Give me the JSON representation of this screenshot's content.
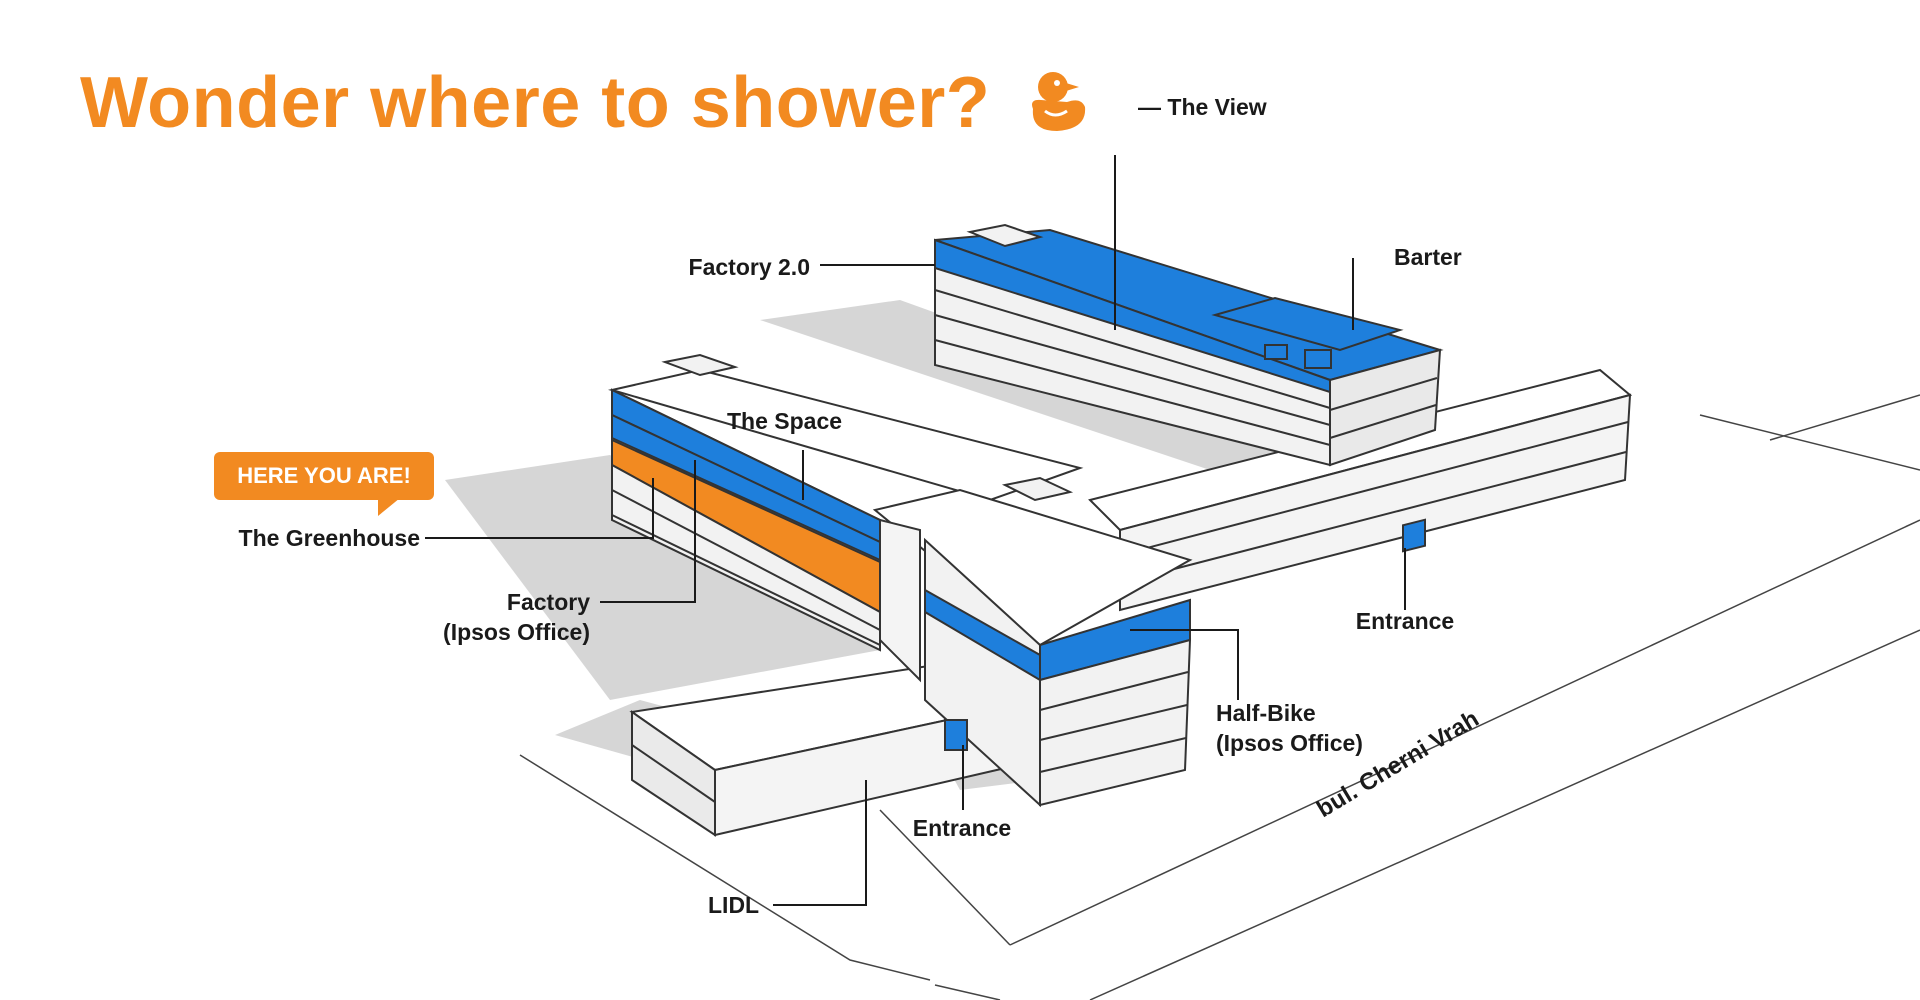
{
  "title": "Wonder where to shower?",
  "icons": {
    "title_icon": "rubber-duck-icon"
  },
  "colors": {
    "accent_orange": "#f28a21",
    "highlight_blue": "#1e7fdc",
    "line": "#1a1a1a",
    "shadow": "#d7d7d7"
  },
  "badge": {
    "text": "HERE YOU ARE!"
  },
  "labels": {
    "the_view": "The View",
    "factory_2": "Factory 2.0",
    "barter": "Barter",
    "the_space": "The Space",
    "the_greenhouse": "The Greenhouse",
    "factory_line1": "Factory",
    "factory_line2": "(Ipsos Office)",
    "entrance_right": "Entrance",
    "half_bike_line1": "Half-Bike",
    "half_bike_line2": "(Ipsos Office)",
    "entrance_center": "Entrance",
    "lidl": "LIDL"
  },
  "street": {
    "name": "bul. Cherni Vrah"
  }
}
